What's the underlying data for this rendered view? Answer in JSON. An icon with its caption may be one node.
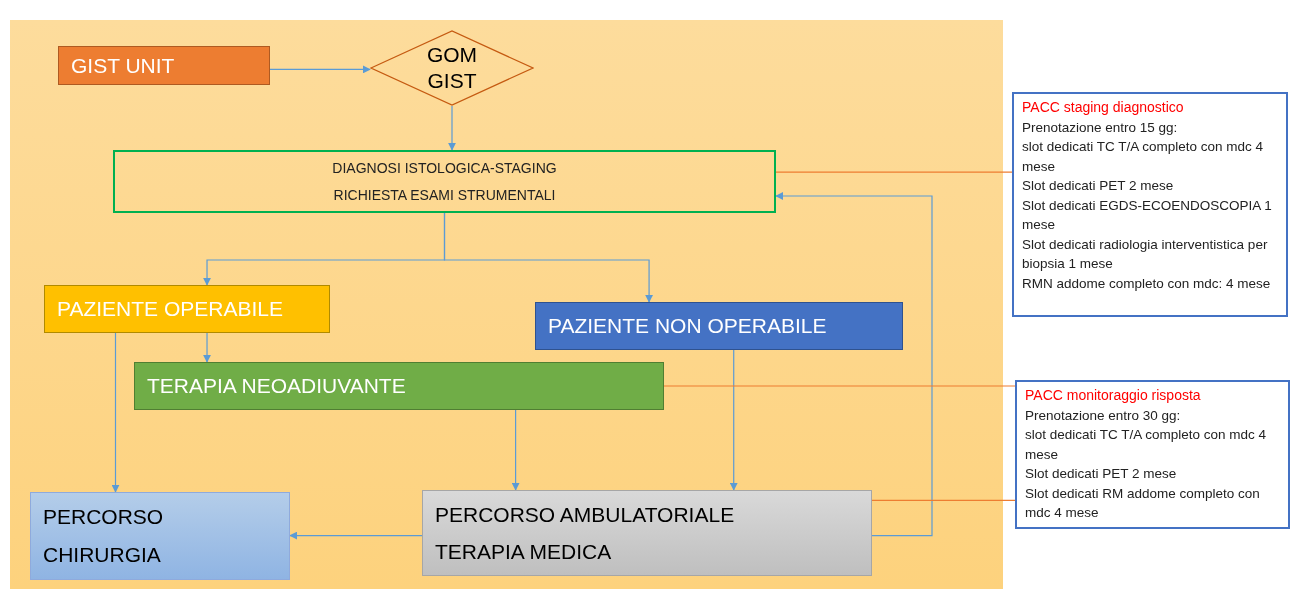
{
  "diagram": {
    "nodes": [
      {
        "text": [
          "GIST  UNIT"
        ]
      },
      {
        "text": [
          "GOM GIST"
        ]
      },
      {
        "text": [
          "DIAGNOSI ISTOLOGICA-STAGING",
          "RICHIESTA ESAMI STRUMENTALI"
        ]
      },
      {
        "text": [
          "PAZIENTE OPERABILE"
        ]
      },
      {
        "text": [
          "PAZIENTE NON OPERABILE"
        ]
      },
      {
        "text": [
          "TERAPIA NEOADIUVANTE"
        ]
      },
      {
        "text": [
          "PERCORSO CHIRURGIA"
        ]
      },
      {
        "text": [
          "PERCORSO AMBULATORIALE",
          "TERAPIA MEDICA"
        ]
      },
      {
        "text": [
          "PACC staging diagnostico",
          "Prenotazione entro 15 gg:",
          "slot dedicati TC T/A completo con mdc 4 mese",
          "Slot dedicati PET 2 mese",
          "Slot dedicati EGDS-ECOENDOSCOPIA 1 mese",
          "Slot dedicati radiologia interventistica per biopsia 1 mese",
          "RMN addome completo con mdc: 4 mese"
        ]
      },
      {
        "text": [
          "PACC monitoraggio risposta",
          "Prenotazione entro 30 gg:",
          "slot dedicati TC T/A completo con mdc 4 mese",
          "Slot dedicati PET 2 mese",
          "Slot dedicati RM addome completo con mdc 4 mese"
        ]
      }
    ],
    "edges": [
      {
        "from": 0,
        "to": 1,
        "arrow": "to"
      },
      {
        "from": 1,
        "to": 2,
        "arrow": "to"
      },
      {
        "from": 2,
        "to": 3,
        "arrow": "to"
      },
      {
        "from": 2,
        "to": 4,
        "arrow": "to"
      },
      {
        "from": 3,
        "to": 6,
        "arrow": "to"
      },
      {
        "from": 3,
        "to": 5,
        "arrow": "to"
      },
      {
        "from": 5,
        "to": 7,
        "arrow": "to"
      },
      {
        "from": 4,
        "to": 7,
        "arrow": "to"
      },
      {
        "from": 7,
        "to": 6,
        "arrow": "to"
      },
      {
        "from": 7,
        "to": 2,
        "arrow": "to"
      },
      {
        "from": 2,
        "to": 8,
        "arrow": "none",
        "color": "#ed7d31"
      },
      {
        "from": 5,
        "to": 9,
        "arrow": "none",
        "color": "#ed7d31"
      },
      {
        "from": 7,
        "to": 9,
        "arrow": "none",
        "color": "#ed7d31"
      }
    ]
  }
}
